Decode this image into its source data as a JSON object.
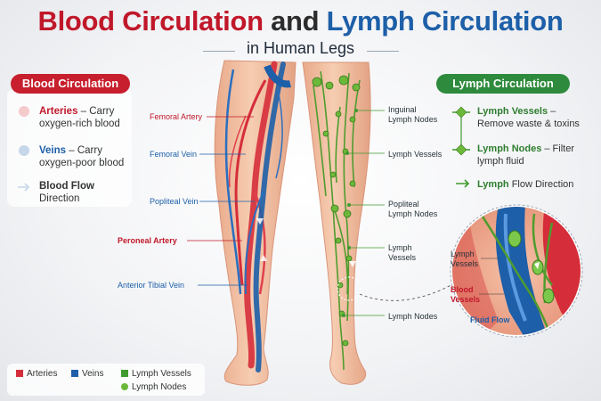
{
  "title": {
    "part_blood": "Blood Circulation",
    "part_and": "and",
    "part_lymph": "Lymph Circulation",
    "subtitle": "in Human Legs"
  },
  "blood_panel": {
    "heading": "Blood Circulation",
    "items": [
      {
        "bold": "Arteries",
        "text": " – Carry oxygen-rich blood",
        "color": "#d62d3a"
      },
      {
        "bold": "Veins",
        "text": " – Carry oxygen-poor blood",
        "color": "#1d5fa8"
      },
      {
        "bold": "Blood Flow",
        "text": " Direction",
        "icon": "arrow-right-icon"
      }
    ]
  },
  "lymph_panel": {
    "heading": "Lymph Circulation",
    "items": [
      {
        "bold": "Lymph Vessels",
        "text": " – Remove waste & toxins"
      },
      {
        "bold": "Lymph Nodes",
        "text": " – Filter lymph fluid"
      },
      {
        "bold": "Lymph",
        "text": " Flow Direction",
        "icon": "green-arrow-icon"
      }
    ]
  },
  "left_labels": {
    "femoral_artery": "Femoral Artery",
    "femoral_vein": "Femoral Vein",
    "popliteal_vein": "Popliteal Vein",
    "peroneal_artery": "Peroneal Artery",
    "anterior_tibial_vein": "Anterior Tibial Vein"
  },
  "right_labels": {
    "inguinal_line1": "Inguinal",
    "inguinal_line2": "Lymph Nodes",
    "lymph_vessels_1": "Lymph Vessels",
    "popliteal_line1": "Popliteal",
    "popliteal_line2": "Lymph Nodes",
    "lymph_vessels_2_line1": "Lymph",
    "lymph_vessels_2_line2": "Vessels",
    "lymph_nodes": "Lymph Nodes"
  },
  "zoom_labels": {
    "lymph_vessels_line1": "Lymph",
    "lymph_vessels_line2": "Vessels",
    "blood_vessels_line1": "Blood",
    "blood_vessels_line2": "Vessels",
    "fluid_flow": "Fluid Flow"
  },
  "bottom_legend": {
    "arteries": "Arteries",
    "veins": "Veins",
    "lymph_vessels": "Lymph Vessels",
    "lymph_nodes": "Lymph Nodes"
  },
  "colors": {
    "artery": "#d62d3a",
    "vein": "#1d5fa8",
    "lymph": "#3f9a2f",
    "skin": "#f2c4a6"
  }
}
